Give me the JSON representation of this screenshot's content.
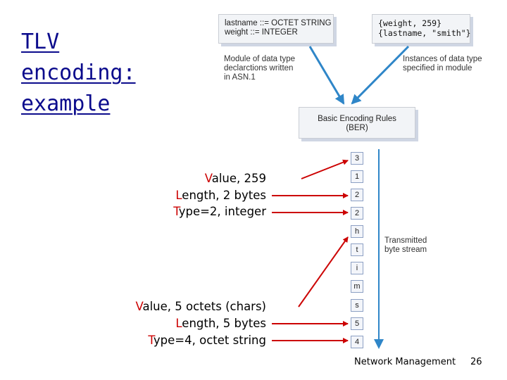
{
  "title": {
    "line1": "TLV",
    "line2": "encoding:",
    "line3": "example"
  },
  "asn1_box": {
    "line1": "lastname ::= OCTET STRING",
    "line2": "weight ::= INTEGER"
  },
  "instances_box": {
    "line1": "{weight, 259}",
    "line2": "{lastname, \"smith\"}"
  },
  "asn1_caption": "Module of data type\ndeclarctions written\nin ASN.1",
  "instances_caption": "Instances of data type\nspecified in module",
  "ber_box": {
    "line1": "Basic Encoding Rules",
    "line2": "(BER)"
  },
  "stream_cells": [
    "3",
    "1",
    "2",
    "2",
    "h",
    "t",
    "i",
    "m",
    "s",
    "5",
    "4"
  ],
  "stream_label": "Transmitted\nbyte stream",
  "weight_fields": {
    "value": {
      "first": "V",
      "rest": "alue, 259"
    },
    "length": {
      "first": "L",
      "rest": "ength, 2 bytes"
    },
    "type": {
      "first": "T",
      "rest": "ype=2, integer"
    }
  },
  "lastname_fields": {
    "value": {
      "first": "V",
      "rest": "alue, 5 octets (chars)"
    },
    "length": {
      "first": "L",
      "rest": "ength, 5 bytes"
    },
    "type": {
      "first": "T",
      "rest": "ype=4, octet string"
    }
  },
  "footer": {
    "course": "Network Management",
    "page": "26"
  },
  "colors": {
    "title": "#0b0b8c",
    "arrow_red": "#cc0000",
    "arrow_blue": "#2f86c8"
  }
}
